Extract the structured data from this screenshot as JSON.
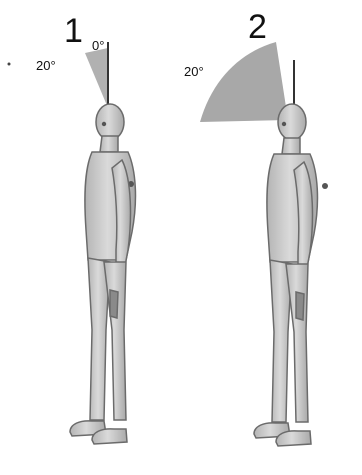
{
  "panels": [
    {
      "number": "1",
      "labels": {
        "a": "20°",
        "b": "0°"
      }
    },
    {
      "number": "2",
      "labels": {
        "a": "20°"
      }
    }
  ],
  "colors": {
    "figure_fill": "#c9c9c9",
    "figure_stroke": "#6b6b6b",
    "sector_fill": "#a8a8a8",
    "line": "#333333",
    "text": "#111111"
  }
}
